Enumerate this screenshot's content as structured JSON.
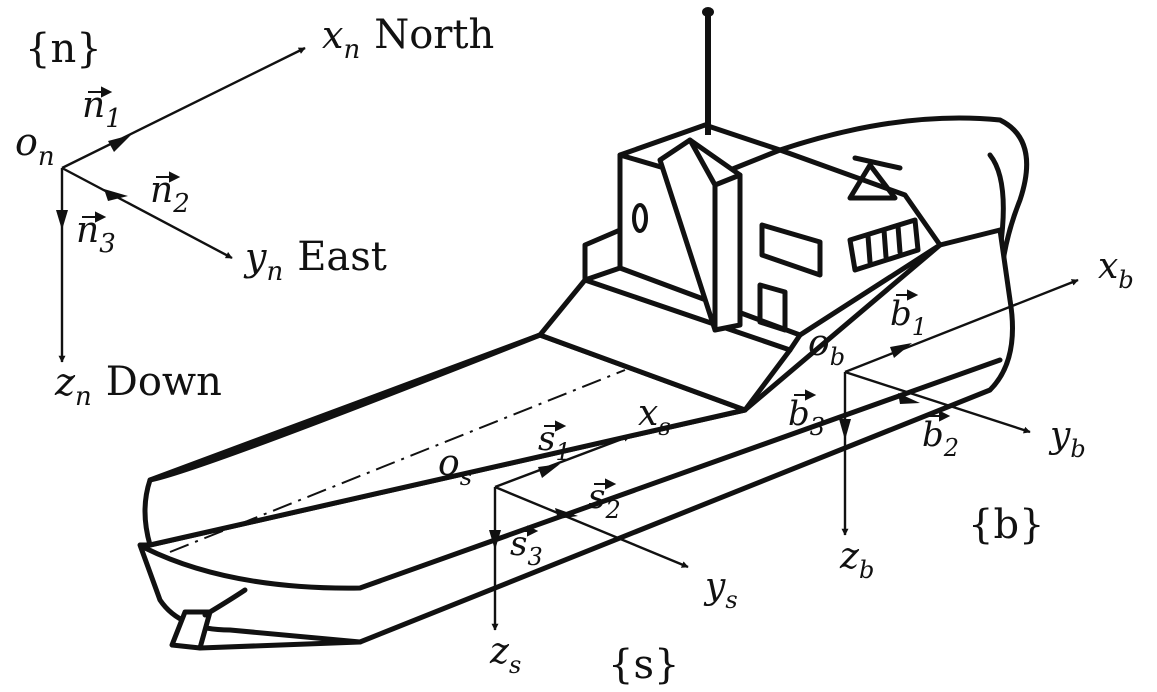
{
  "frames": {
    "n": {
      "frame_label": "{n}",
      "origin_label": "o",
      "origin_sub": "n",
      "x_axis": {
        "symbol": "x",
        "sub": "n",
        "word": "North"
      },
      "y_axis": {
        "symbol": "y",
        "sub": "n",
        "word": "East"
      },
      "z_axis": {
        "symbol": "z",
        "sub": "n",
        "word": "Down"
      },
      "vectors": [
        {
          "symbol": "n",
          "sub": "1"
        },
        {
          "symbol": "n",
          "sub": "2"
        },
        {
          "symbol": "n",
          "sub": "3"
        }
      ]
    },
    "s": {
      "frame_label": "{s}",
      "origin_label": "o",
      "origin_sub": "s",
      "x_axis": {
        "symbol": "x",
        "sub": "s"
      },
      "y_axis": {
        "symbol": "y",
        "sub": "s"
      },
      "z_axis": {
        "symbol": "z",
        "sub": "s"
      },
      "vectors": [
        {
          "symbol": "s",
          "sub": "1"
        },
        {
          "symbol": "s",
          "sub": "2"
        },
        {
          "symbol": "s",
          "sub": "3"
        }
      ]
    },
    "b": {
      "frame_label": "{b}",
      "origin_label": "o",
      "origin_sub": "b",
      "x_axis": {
        "symbol": "x",
        "sub": "b"
      },
      "y_axis": {
        "symbol": "y",
        "sub": "b"
      },
      "z_axis": {
        "symbol": "z",
        "sub": "b"
      },
      "vectors": [
        {
          "symbol": "b",
          "sub": "1"
        },
        {
          "symbol": "b",
          "sub": "2"
        },
        {
          "symbol": "b",
          "sub": "3"
        }
      ]
    }
  },
  "vector_arrow_glyph": "⃗",
  "colors": {
    "ink": "#111111",
    "background": "#ffffff"
  }
}
